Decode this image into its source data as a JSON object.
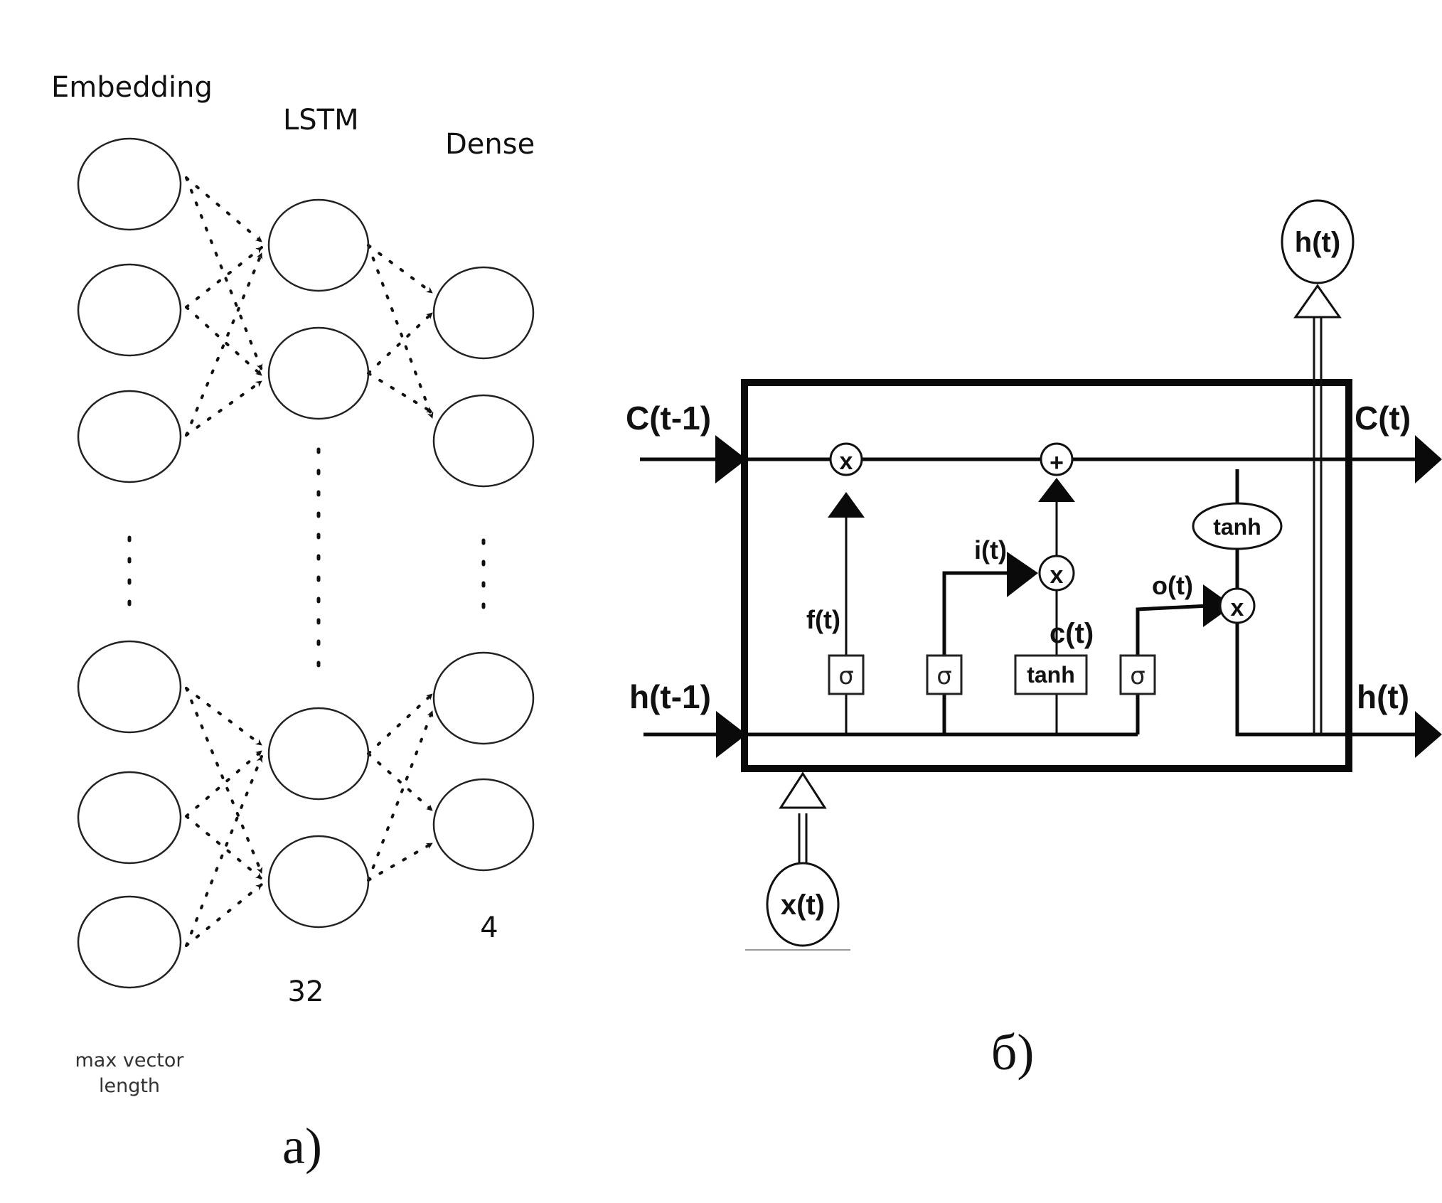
{
  "panel_a": {
    "caption": "a)",
    "layers": [
      {
        "title": "Embedding",
        "size_label": "max vector",
        "size_label_2": "length"
      },
      {
        "title": "LSTM",
        "size_label": "32"
      },
      {
        "title": "Dense",
        "size_label": "4"
      }
    ]
  },
  "panel_b": {
    "caption": "б)",
    "inputs": {
      "cell_prev": "C(t-1)",
      "hidden_prev": "h(t-1)",
      "x": "x(t)"
    },
    "outputs": {
      "cell": "C(t)",
      "hidden": "h(t)",
      "hidden_top": "h(t)"
    },
    "gates": {
      "forget": "f(t)",
      "input": "i(t)",
      "candidate": "c(t)",
      "output": "o(t)"
    },
    "ops": {
      "multiply": "x",
      "add": "+",
      "sigma": "σ",
      "tanh": "tanh"
    }
  }
}
